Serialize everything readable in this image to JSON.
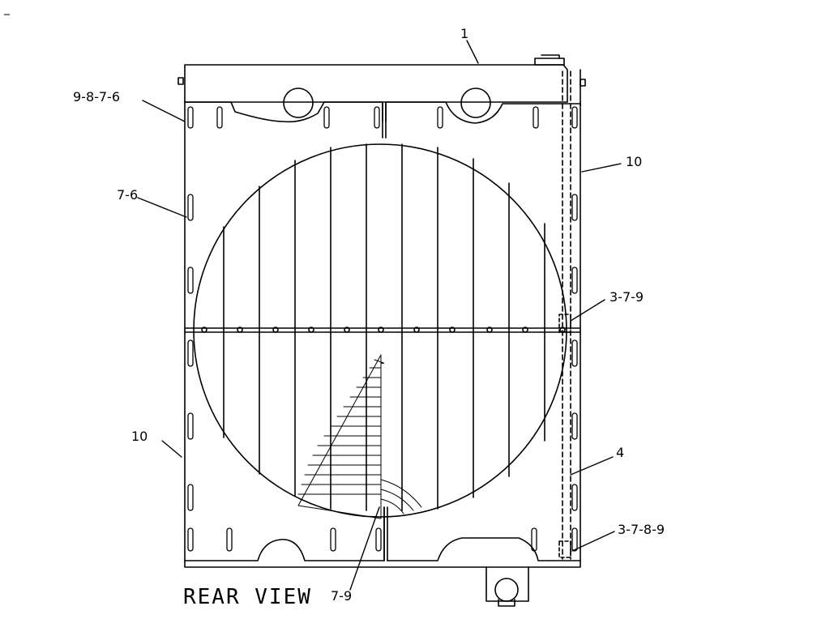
{
  "corner_mark": "_",
  "view_title": "REAR VIEW",
  "callouts": {
    "c1": "1",
    "c9876": "9-8-7-6",
    "c76": "7-6",
    "c10_right": "10",
    "c379": "3-7-9",
    "c10_left": "10",
    "c4": "4",
    "c3789": "3-7-8-9",
    "c79": "7-9"
  }
}
